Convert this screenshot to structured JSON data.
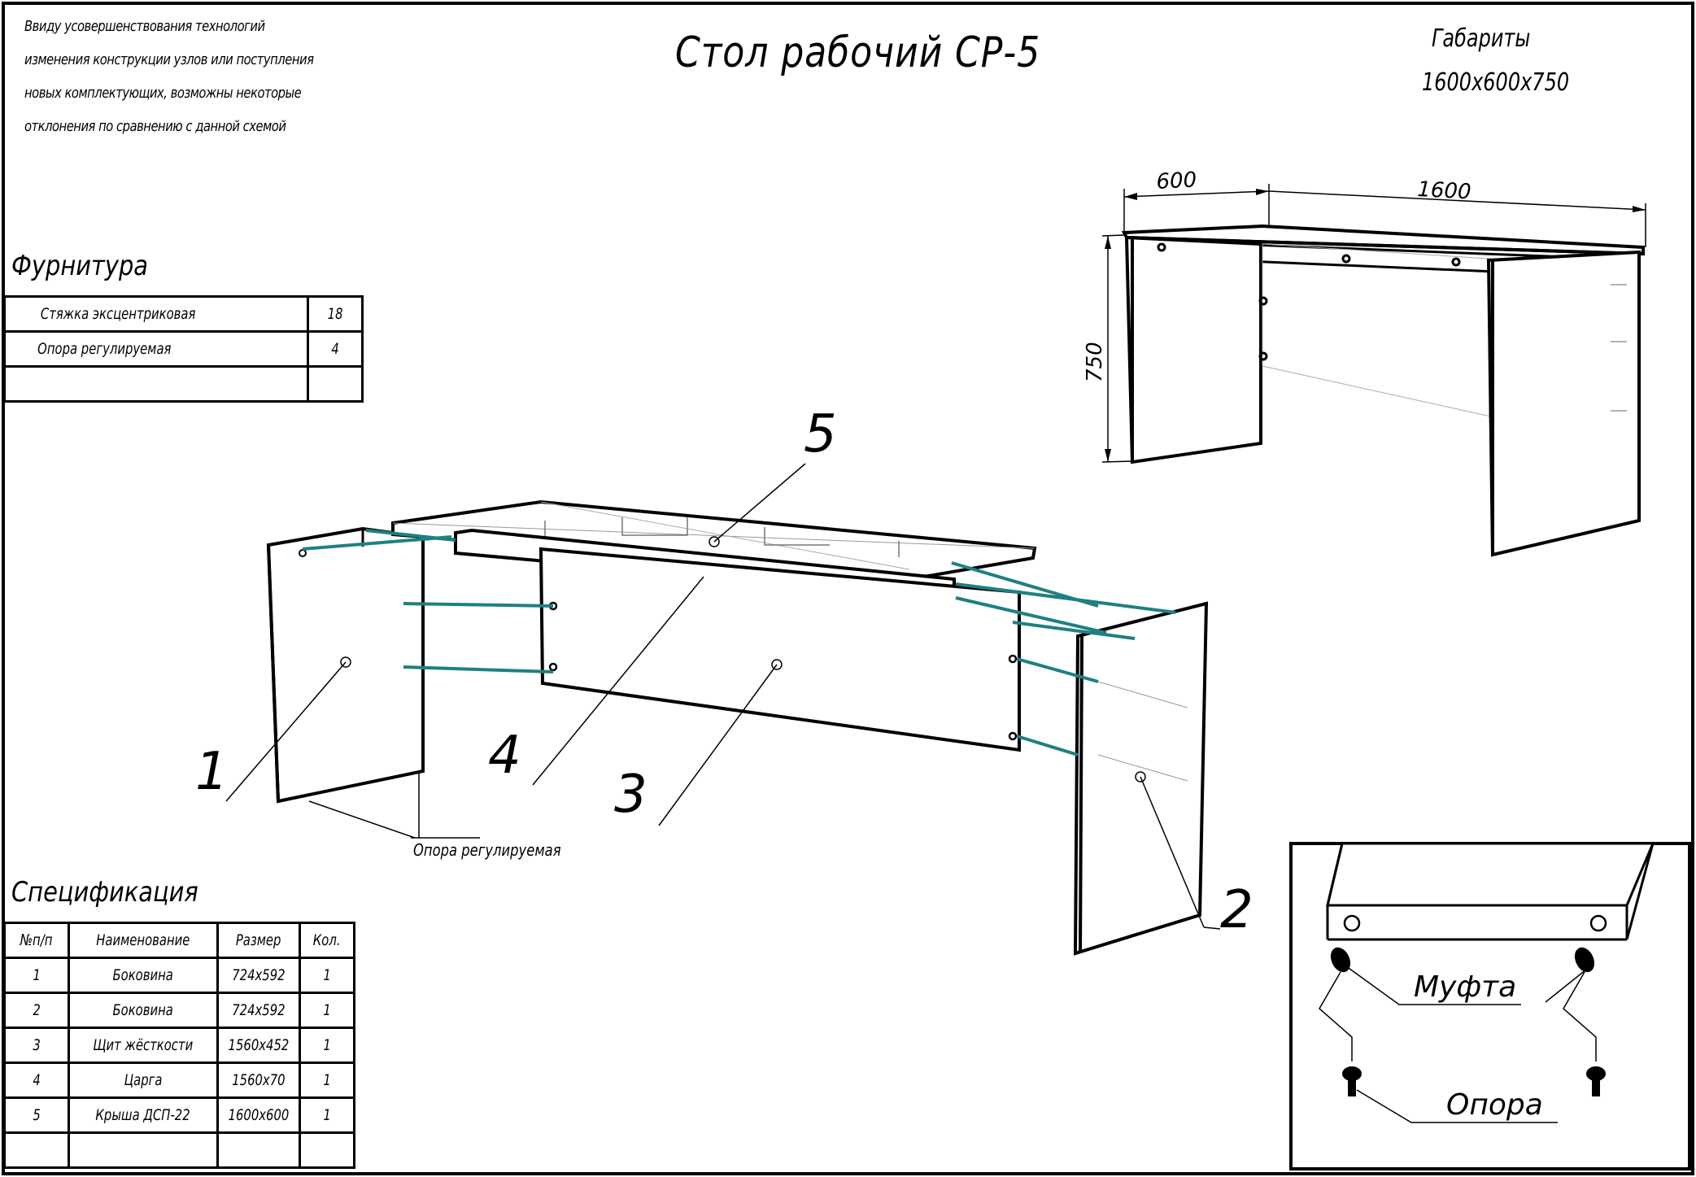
{
  "note_lines": [
    "Ввиду усовершенствования технологий",
    "изменения конструкции узлов или поступления",
    "новых комплектующих, возможны некоторые",
    "отклонения по сравнению с данной схемой"
  ],
  "title": "Стол рабочий СР-5",
  "dimensions": {
    "label": "Габариты",
    "value": "1600x600x750"
  },
  "dimension_marks": {
    "depth": "600",
    "width": "1600",
    "height": "750"
  },
  "hardware": {
    "heading": "Фурнитура",
    "rows": [
      {
        "name": "Стяжка эксцентриковая",
        "qty": "18"
      },
      {
        "name": "Опора регулируемая",
        "qty": "4"
      },
      {
        "name": "",
        "qty": ""
      }
    ]
  },
  "spec": {
    "heading": "Спецификация",
    "columns": [
      "№п/п",
      "Наименование",
      "Размер",
      "Кол."
    ],
    "rows": [
      {
        "num": "1",
        "name": "Боковина",
        "size": "724x592",
        "qty": "1"
      },
      {
        "num": "2",
        "name": "Боковина",
        "size": "724x592",
        "qty": "1"
      },
      {
        "num": "3",
        "name": "Щит жёсткости",
        "size": "1560x452",
        "qty": "1"
      },
      {
        "num": "4",
        "name": "Царга",
        "size": "1560x70",
        "qty": "1"
      },
      {
        "num": "5",
        "name": "Крыша ДСП-22",
        "size": "1600x600",
        "qty": "1"
      },
      {
        "num": "",
        "name": "",
        "size": "",
        "qty": ""
      }
    ]
  },
  "part_callouts": [
    "1",
    "2",
    "3",
    "4",
    "5"
  ],
  "adjustable_foot_label": "Опора регулируемая",
  "detail": {
    "coupling_label": "Муфта",
    "foot_label": "Опора"
  },
  "colors": {
    "ink": "#000000",
    "connector": "#1f8080",
    "background": "#ffffff"
  }
}
